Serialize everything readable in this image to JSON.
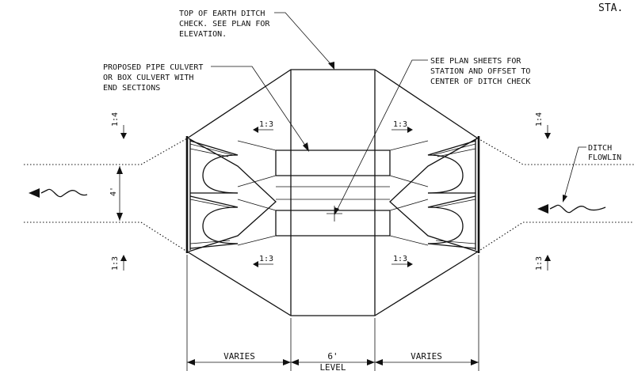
{
  "header": {
    "sta_label": "STA."
  },
  "notes": {
    "top_of_ditch": [
      "TOP OF EARTH DITCH",
      "CHECK. SEE PLAN FOR",
      "ELEVATION."
    ],
    "proposed_pipe": [
      "PROPOSED PIPE CULVERT",
      "OR BOX CULVERT WITH",
      "END SECTIONS"
    ],
    "see_plan": [
      "SEE PLAN SHEETS FOR",
      "STATION AND OFFSET TO",
      "CENTER OF DITCH CHECK"
    ],
    "ditch_flowline": [
      "DITCH",
      "FLOWLIN"
    ]
  },
  "slopes": {
    "inner_top_left": "1:3",
    "inner_top_right": "1:3",
    "inner_bottom_left": "1:3",
    "inner_bottom_right": "1:3",
    "outer_top_left": "1:4",
    "outer_top_right": "1:4",
    "outer_bottom_left": "1:3",
    "outer_bottom_right": "1:3"
  },
  "dimensions": {
    "ditch_width": "4'",
    "left_width": "VARIES",
    "center_width": "6'",
    "center_note": "LEVEL",
    "right_width": "VARIES"
  }
}
